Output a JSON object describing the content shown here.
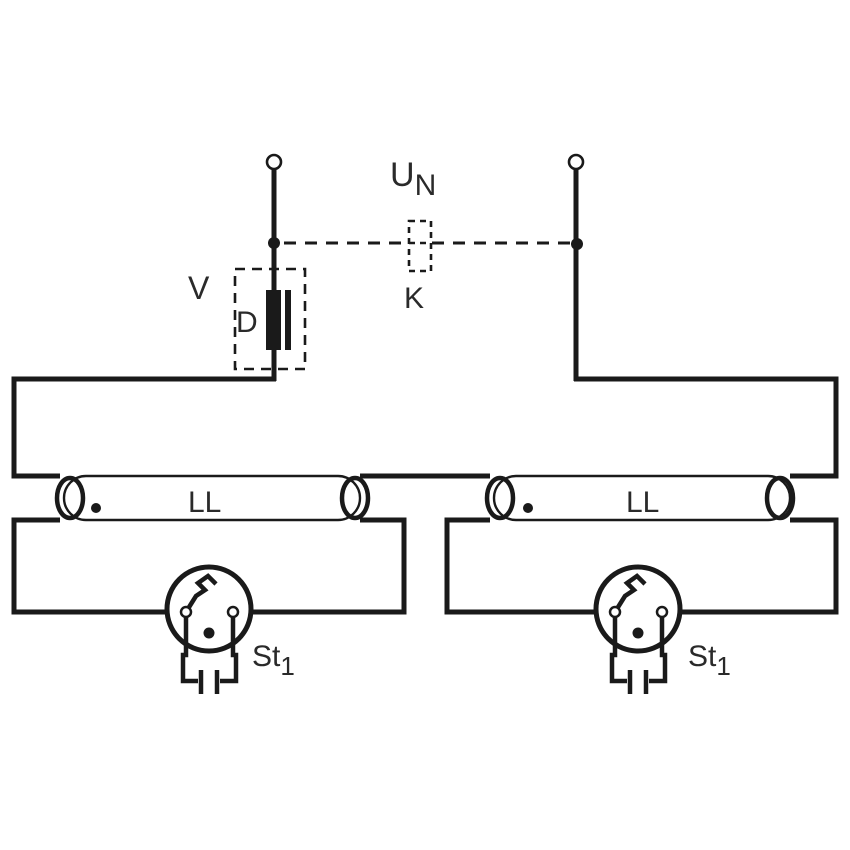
{
  "diagram": {
    "type": "circuit-schematic",
    "description": "Series wiring of two fluorescent lamps with one choke ballast and parallel compensation capacitor",
    "colors": {
      "line": "#1a1a1a",
      "background": "#ffffff",
      "text": "#2a2a2a"
    },
    "labels": {
      "supply_voltage": "U",
      "supply_voltage_subscript": "N",
      "ballast_box": "V",
      "choke": "D",
      "capacitor": "K",
      "lamp_left": "LL",
      "lamp_right": "LL",
      "starter_left": "St",
      "starter_left_subscript": "1",
      "starter_right": "St",
      "starter_right_subscript": "1"
    },
    "components": [
      {
        "id": "terminal-left",
        "kind": "supply-terminal"
      },
      {
        "id": "terminal-right",
        "kind": "supply-terminal"
      },
      {
        "id": "ballast",
        "kind": "choke",
        "label": "D",
        "enclosure": "V"
      },
      {
        "id": "capacitor",
        "kind": "compensation-capacitor",
        "label": "K",
        "connection": "dashed"
      },
      {
        "id": "lamp-1",
        "kind": "fluorescent-lamp",
        "label": "LL"
      },
      {
        "id": "lamp-2",
        "kind": "fluorescent-lamp",
        "label": "LL"
      },
      {
        "id": "starter-1",
        "kind": "glow-starter",
        "label": "St1"
      },
      {
        "id": "starter-2",
        "kind": "glow-starter",
        "label": "St1"
      }
    ]
  }
}
